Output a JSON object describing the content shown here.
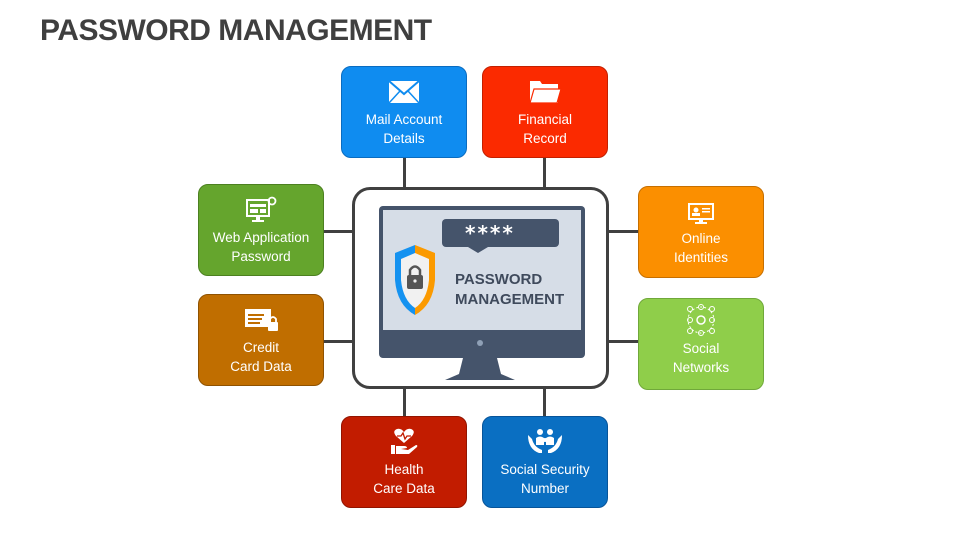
{
  "title": "PASSWORD MANAGEMENT",
  "center": {
    "password_mask": "****",
    "label_line1": "PASSWORD",
    "label_line2": "MANAGEMENT"
  },
  "nodes": [
    {
      "id": "mail",
      "line1": "Mail Account",
      "line2": "Details",
      "icon": "envelope-icon",
      "color": "#0f8cf0"
    },
    {
      "id": "financial",
      "line1": "Financial",
      "line2": "Record",
      "icon": "folder-icon",
      "color": "#fb2a00"
    },
    {
      "id": "webapp",
      "line1": "Web Application",
      "line2": "Password",
      "icon": "web-settings-icon",
      "color": "#65a52d"
    },
    {
      "id": "credit",
      "line1": "Credit",
      "line2": "Card Data",
      "icon": "card-lock-icon",
      "color": "#c06e00"
    },
    {
      "id": "online",
      "line1": "Online",
      "line2": "Identities",
      "icon": "id-monitor-icon",
      "color": "#fb8f00"
    },
    {
      "id": "social",
      "line1": "Social",
      "line2": "Networks",
      "icon": "network-icon",
      "color": "#8fce4a"
    },
    {
      "id": "health",
      "line1": "Health",
      "line2": "Care Data",
      "icon": "heart-hand-icon",
      "color": "#c21c00"
    },
    {
      "id": "ssn",
      "line1": "Social Security",
      "line2": "Number",
      "icon": "family-hands-icon",
      "color": "#0a6fc2"
    }
  ]
}
